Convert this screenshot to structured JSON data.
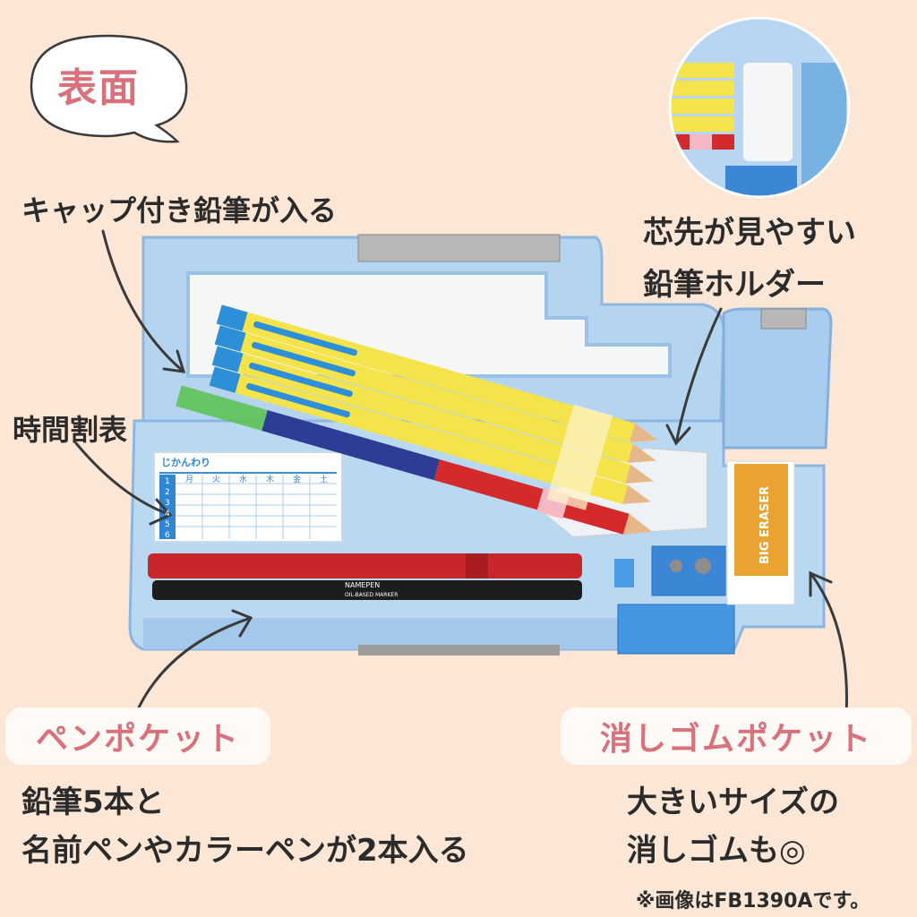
{
  "title_bubble": "表面",
  "labels": {
    "capped_pencils": "キャップ付き鉛筆が入る",
    "lead_visible_line1": "芯先が見やすい",
    "lead_visible_line2": "鉛筆ホルダー",
    "timetable": "時間割表",
    "pen_pocket": "ペンポケット",
    "eraser_pocket": "消しゴムポケット",
    "pen_desc_line1": "鉛筆5本と",
    "pen_desc_line2": "名前ペンやカラーペンが2本入る",
    "eraser_desc_line1": "大きいサイズの",
    "eraser_desc_line2": "消しゴムも◎",
    "footnote": "※画像はFB1390Aです。"
  },
  "product": {
    "timetable_card": {
      "title": "じかんわり",
      "days": [
        "月",
        "火",
        "水",
        "木",
        "金",
        "土"
      ],
      "periods": [
        "1",
        "2",
        "3",
        "4",
        "5",
        "6"
      ]
    },
    "marker_brand": "NAMEPEN",
    "marker_type": "OIL-BASED MARKER",
    "eraser_text": "BIG ERASER"
  },
  "colors": {
    "background": "#fce6d6",
    "accent_pink": "#d9707a",
    "case_blue": "#a9cdee",
    "pencil_yellow": "#f4e34a",
    "pencil_blue": "#2c8fd8",
    "pen_red": "#c8262b",
    "eraser_orange": "#e8a330"
  }
}
